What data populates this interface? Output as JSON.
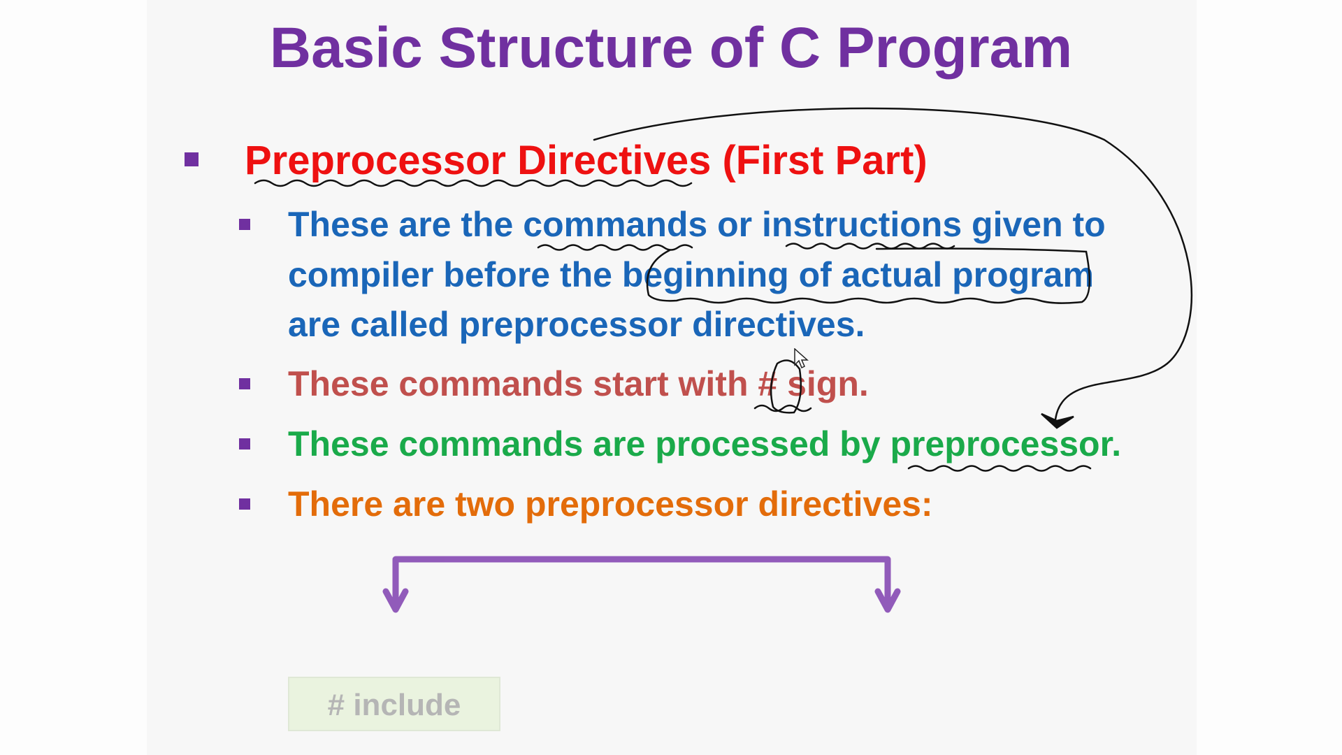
{
  "slide": {
    "title": "Basic Structure of C Program",
    "heading": "Preprocessor Directives (First Part)",
    "points": [
      {
        "lines": [
          "These are the commands or instructions given to",
          "compiler before the beginning of actual program",
          "are called preprocessor directives."
        ]
      },
      {
        "lines": [
          "These commands start with # sign."
        ]
      },
      {
        "lines": [
          "These commands are processed by preprocessor."
        ]
      },
      {
        "lines": [
          "There are two preprocessor directives:"
        ]
      }
    ],
    "directive_box": "# include"
  },
  "colors": {
    "title": "#7030a0",
    "heading": "#ee1111",
    "point1": "#1a66b8",
    "point2": "#c0504d",
    "point3": "#1aaa4a",
    "point4": "#e36c0a",
    "bullet": "#7030a0",
    "connector": "#8040b0"
  },
  "icons": {
    "bullet": "square-bullet-icon",
    "cursor": "mouse-pointer-icon"
  }
}
